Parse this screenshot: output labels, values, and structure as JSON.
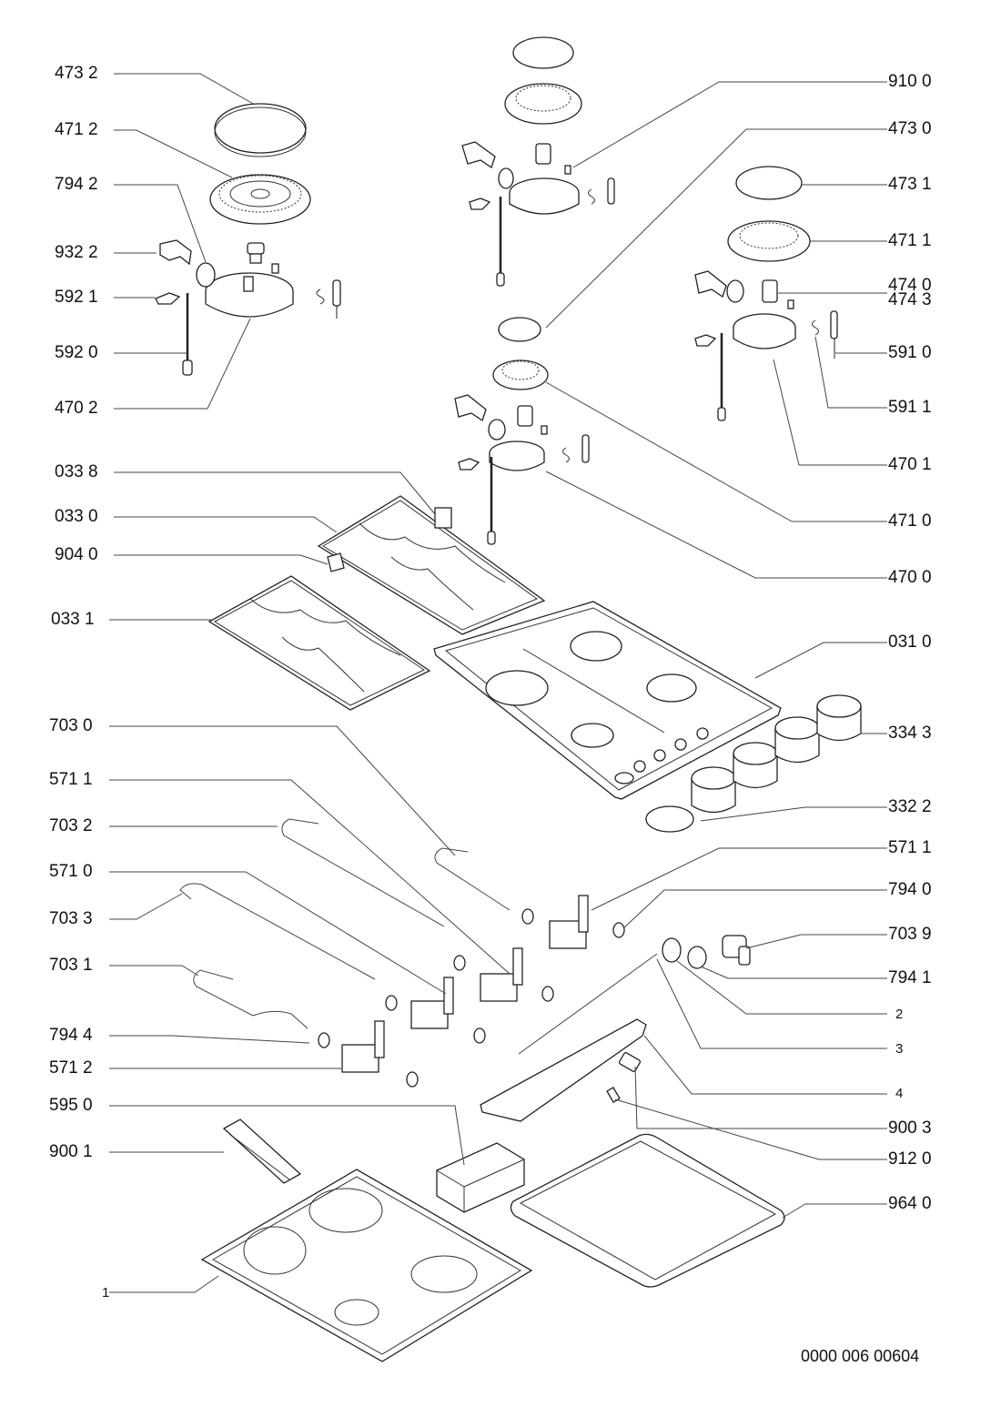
{
  "diagram": {
    "title": "Gas hob exploded parts diagram",
    "footer_code": "0000 006 00604",
    "labels_left": [
      {
        "id": "473-2",
        "text": "473 2"
      },
      {
        "id": "471-2",
        "text": "471 2"
      },
      {
        "id": "794-2",
        "text": "794 2"
      },
      {
        "id": "932-2",
        "text": "932 2"
      },
      {
        "id": "592-1",
        "text": "592 1"
      },
      {
        "id": "592-0",
        "text": "592 0"
      },
      {
        "id": "470-2",
        "text": "470 2"
      },
      {
        "id": "033-8",
        "text": "033 8"
      },
      {
        "id": "033-0",
        "text": "033 0"
      },
      {
        "id": "904-0",
        "text": "904 0"
      },
      {
        "id": "033-1",
        "text": "033 1"
      },
      {
        "id": "703-0",
        "text": "703 0"
      },
      {
        "id": "571-1",
        "text": "571 1"
      },
      {
        "id": "703-2",
        "text": "703 2"
      },
      {
        "id": "571-0",
        "text": "571 0"
      },
      {
        "id": "703-3",
        "text": "703 3"
      },
      {
        "id": "703-1",
        "text": "703 1"
      },
      {
        "id": "794-4",
        "text": "794 4"
      },
      {
        "id": "571-2",
        "text": "571 2"
      },
      {
        "id": "595-0",
        "text": "595 0"
      },
      {
        "id": "900-1",
        "text": "900 1"
      },
      {
        "id": "1",
        "text": "1"
      }
    ],
    "labels_right": [
      {
        "id": "910-0",
        "text": "910 0"
      },
      {
        "id": "473-0",
        "text": "473 0"
      },
      {
        "id": "473-1",
        "text": "473 1"
      },
      {
        "id": "471-1",
        "text": "471 1"
      },
      {
        "id": "474-0",
        "text": "474 0"
      },
      {
        "id": "474-3",
        "text": "474 3"
      },
      {
        "id": "591-0",
        "text": "591 0"
      },
      {
        "id": "591-1",
        "text": "591 1"
      },
      {
        "id": "470-1",
        "text": "470 1"
      },
      {
        "id": "471-0",
        "text": "471 0"
      },
      {
        "id": "470-0",
        "text": "470 0"
      },
      {
        "id": "031-0",
        "text": "031 0"
      },
      {
        "id": "334-3",
        "text": "334 3"
      },
      {
        "id": "332-2",
        "text": "332 2"
      },
      {
        "id": "571-1b",
        "text": "571 1"
      },
      {
        "id": "794-0",
        "text": "794 0"
      },
      {
        "id": "703-9",
        "text": "703 9"
      },
      {
        "id": "794-1",
        "text": "794 1"
      },
      {
        "id": "2",
        "text": "2"
      },
      {
        "id": "3",
        "text": "3"
      },
      {
        "id": "4",
        "text": "4"
      },
      {
        "id": "900-3",
        "text": "900 3"
      },
      {
        "id": "912-0",
        "text": "912 0"
      },
      {
        "id": "964-0",
        "text": "964 0"
      }
    ]
  }
}
